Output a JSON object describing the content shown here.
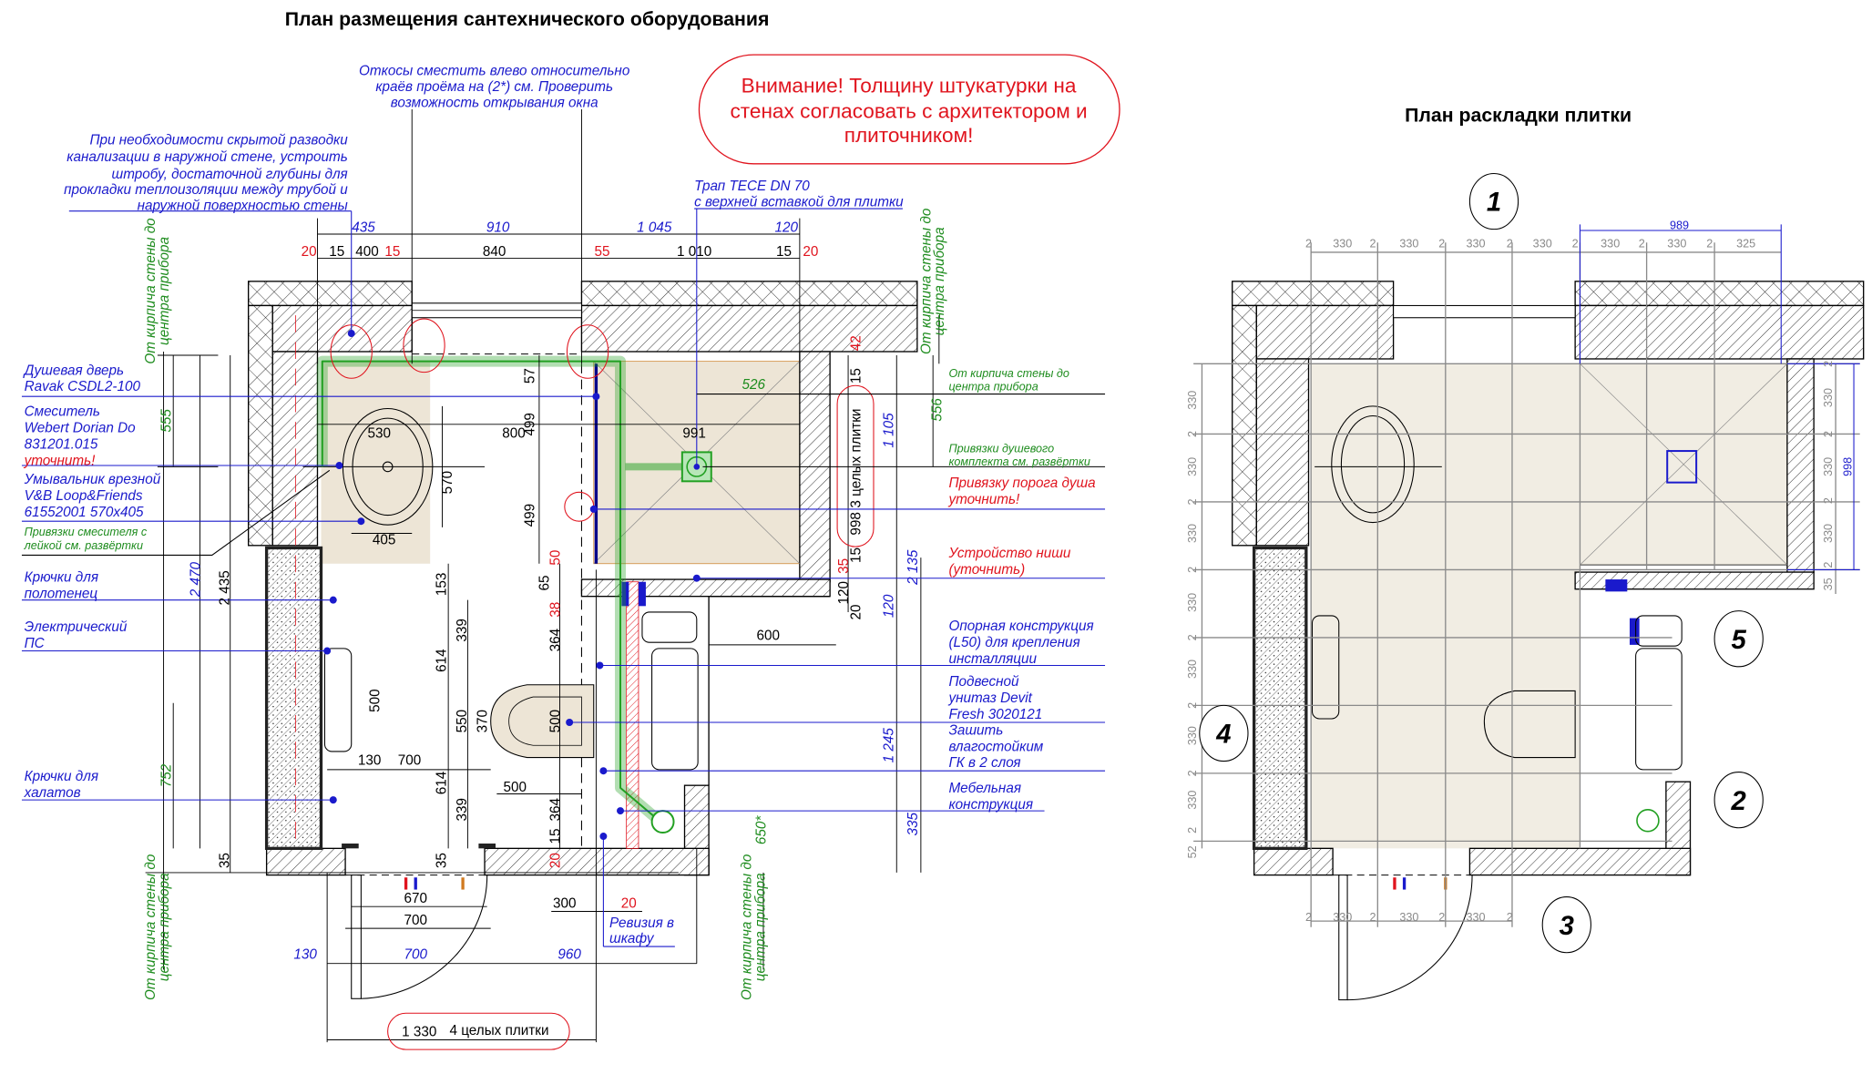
{
  "colors": {
    "leader_blue": "#1a1acc",
    "warning_red": "#e0141e",
    "note_green": "#1e8c1e",
    "floor_beige": "#ede5d6",
    "pipe_green": "#22a022",
    "tile_grid_gray": "#8a8a8a"
  },
  "left_plan": {
    "title": "План размещения сантехнического оборудования",
    "window_note": [
      "Откосы сместить влево относительно",
      "краёв проёма на (2*) см. Проверить",
      "возможность открывания окна"
    ],
    "sewer_note": [
      "При необходимости скрытой разводки",
      "канализации в наружной стене, устроить",
      "штробу,  достаточной глубины для",
      "прокладки теплоизоляции между трубой и",
      "наружной поверхностью стены"
    ],
    "warning_note": [
      "Внимание! Толщину штукатурки на",
      "стенах согласовать с архитектором и",
      "плиточником!"
    ],
    "drain_note": [
      "Трап TECE DN 70",
      "с верхней вставкой для плитки"
    ],
    "revision_note": [
      "Ревизия в",
      "шкафу"
    ],
    "wall_center_note": [
      "От кирпича стены до",
      "центра прибора"
    ],
    "callouts_left": [
      {
        "lines": [
          "Душевая дверь",
          "Ravak CSDL2-100"
        ]
      },
      {
        "lines": [
          "Смеситель",
          "Webert Dorian Do",
          "831201.015",
          "уточнить!"
        ]
      },
      {
        "lines": [
          "Умывальник врезной",
          "V&B  Loop&Friends",
          "61552001  570x405"
        ]
      },
      {
        "lines": [
          "Привязки смесителя с",
          "лейкой см. развёртки"
        ]
      },
      {
        "lines": [
          "Крючки для",
          "полотенец"
        ]
      },
      {
        "lines": [
          "Электрический",
          "ПС"
        ]
      },
      {
        "lines": [
          "Крючки для",
          "халатов"
        ]
      }
    ],
    "callouts_right": [
      {
        "lines": [
          "От кирпича стены до",
          "центра прибора"
        ]
      },
      {
        "lines": [
          "Привязки душевого",
          "комплекта см. развёртки"
        ]
      },
      {
        "lines": [
          "Привязку порога душа",
          "уточнить!"
        ]
      },
      {
        "lines": [
          "Устройство ниши",
          "(уточнить)"
        ]
      },
      {
        "lines": [
          "Опорная конструкция",
          "(L50) для крепления",
          "инсталляции"
        ]
      },
      {
        "lines": [
          "Подвесной",
          "унитаз Devit",
          "Fresh 3020121"
        ]
      },
      {
        "lines": [
          "Зашить",
          "влагостойким",
          "ГК в 2 слоя"
        ]
      },
      {
        "lines": [
          "Мебельная",
          "конструкция"
        ]
      }
    ],
    "dims": [
      "435",
      "910",
      "1 045",
      "120",
      "20",
      "15",
      "400",
      "15",
      "840",
      "55",
      "1 010",
      "15",
      "20",
      "555",
      "2 470",
      "2 435",
      "752",
      "35",
      "57",
      "499",
      "499",
      "50",
      "65",
      "38",
      "153",
      "339",
      "364",
      "614",
      "550",
      "370",
      "500",
      "614",
      "339",
      "364",
      "15",
      "20",
      "35",
      "570",
      "500",
      "530",
      "800",
      "405",
      "991",
      "526",
      "600",
      "130",
      "700",
      "500",
      "670",
      "700",
      "300",
      "20",
      "130",
      "700",
      "960",
      "1 330",
      "4 целых плитки",
      "42",
      "15",
      "3 целых плитки",
      "998",
      "15",
      "35",
      "120",
      "20",
      "1 105",
      "556",
      "2 135",
      "120",
      "1 245",
      "335",
      "650*"
    ]
  },
  "right_plan": {
    "title": "План раскладки плитки",
    "wall_markers": [
      "1",
      "2",
      "3",
      "4",
      "5"
    ],
    "top_tile_dims": [
      "2",
      "330",
      "2",
      "330",
      "2",
      "330",
      "2",
      "330",
      "2",
      "330",
      "2",
      "330",
      "2",
      "325"
    ],
    "shower_width": "989",
    "shower_depth": "998",
    "right_tile_dims": [
      "2",
      "330",
      "2",
      "330",
      "2",
      "330",
      "2",
      "35"
    ],
    "left_tile_dims": [
      "330",
      "2",
      "330",
      "2",
      "330",
      "2",
      "330",
      "2",
      "330",
      "2",
      "330",
      "2",
      "330",
      "2",
      "52"
    ],
    "bottom_tile_dims": [
      "2",
      "330",
      "2",
      "330",
      "2",
      "330",
      "2"
    ]
  }
}
